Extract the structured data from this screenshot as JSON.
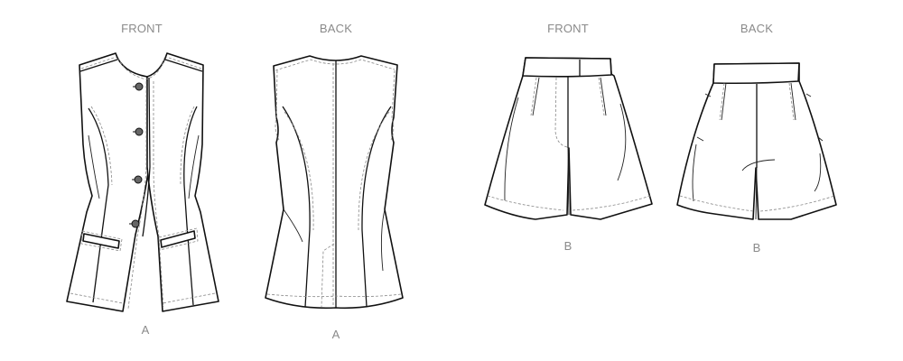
{
  "views": [
    {
      "id": "vest-front",
      "view_label": "FRONT",
      "view_letter": "A",
      "garment": "vest"
    },
    {
      "id": "vest-back",
      "view_label": "BACK",
      "view_letter": "A",
      "garment": "vest"
    },
    {
      "id": "shorts-front",
      "view_label": "FRONT",
      "view_letter": "B",
      "garment": "shorts"
    },
    {
      "id": "shorts-back",
      "view_label": "BACK",
      "view_letter": "B",
      "garment": "shorts"
    }
  ],
  "vest_front": {
    "button_count": 4,
    "welt_pocket_count": 2
  },
  "colors": {
    "label_text": "#8a8a8a",
    "outline": "#111111",
    "topstitch": "#888888",
    "background": "#ffffff"
  }
}
